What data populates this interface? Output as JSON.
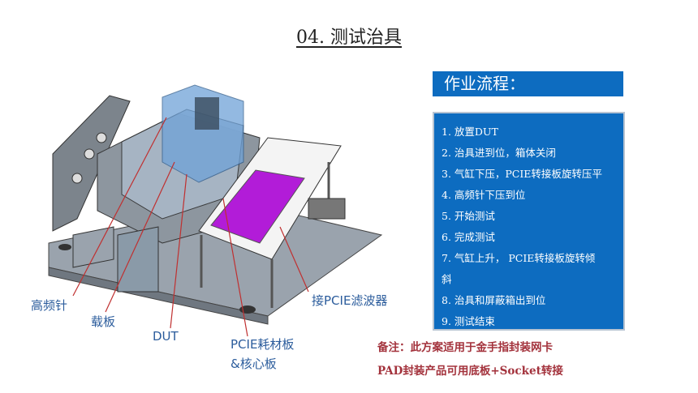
{
  "title": "04. 测试治具",
  "workflow": {
    "heading": "作业流程：",
    "steps": [
      "1. 放置DUT",
      "2. 治具进到位，箱体关闭",
      "3. 气缸下压，PCIE转接板旋转压平",
      "4. 高频针下压到位",
      "5. 开始测试",
      "6. 完成测试",
      "7. 气缸上升， PCIE转接板旋转倾",
      "斜",
      "8. 治具和屏蔽箱出到位",
      "9. 测试结束"
    ]
  },
  "note": {
    "line1": "备注：此方案适用于金手指封装网卡",
    "line2": "PAD封装产品可用底板+Socket转接"
  },
  "labels": {
    "probe": "高频针",
    "carrier": "载板",
    "dut": "DUT",
    "pcie_board_1": "PCIE耗材板",
    "pcie_board_2": "&核心板",
    "filter": "接PCIE滤波器"
  },
  "colors": {
    "accent": "#0d6cc0",
    "label": "#2b5c9c",
    "note": "#a3323c"
  }
}
